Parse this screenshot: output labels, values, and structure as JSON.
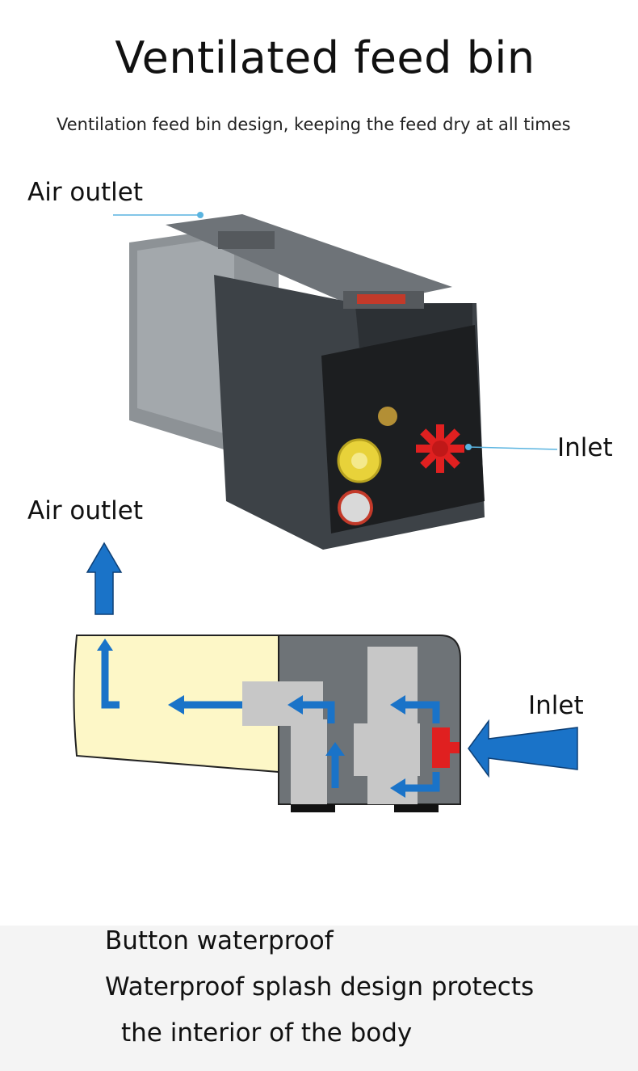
{
  "header": {
    "title": "Ventilated feed bin",
    "subtitle": "Ventilation feed bin design, keeping the feed dry at all times"
  },
  "product_photo": {
    "air_outlet_label": "Air outlet",
    "inlet_label": "Inlet"
  },
  "diagram": {
    "air_outlet_label": "Air outlet",
    "inlet_label": "Inlet"
  },
  "feature": {
    "heading": "Button waterproof",
    "line1": "Waterproof splash design protects",
    "line2": "the interior of the body"
  },
  "colors": {
    "arrow_blue": "#1a73c8",
    "callout_line": "#5ab4e0",
    "body_dark": "#3d4247",
    "bin_yellow": "#fdf7c7",
    "wheel_red": "#e02020"
  }
}
